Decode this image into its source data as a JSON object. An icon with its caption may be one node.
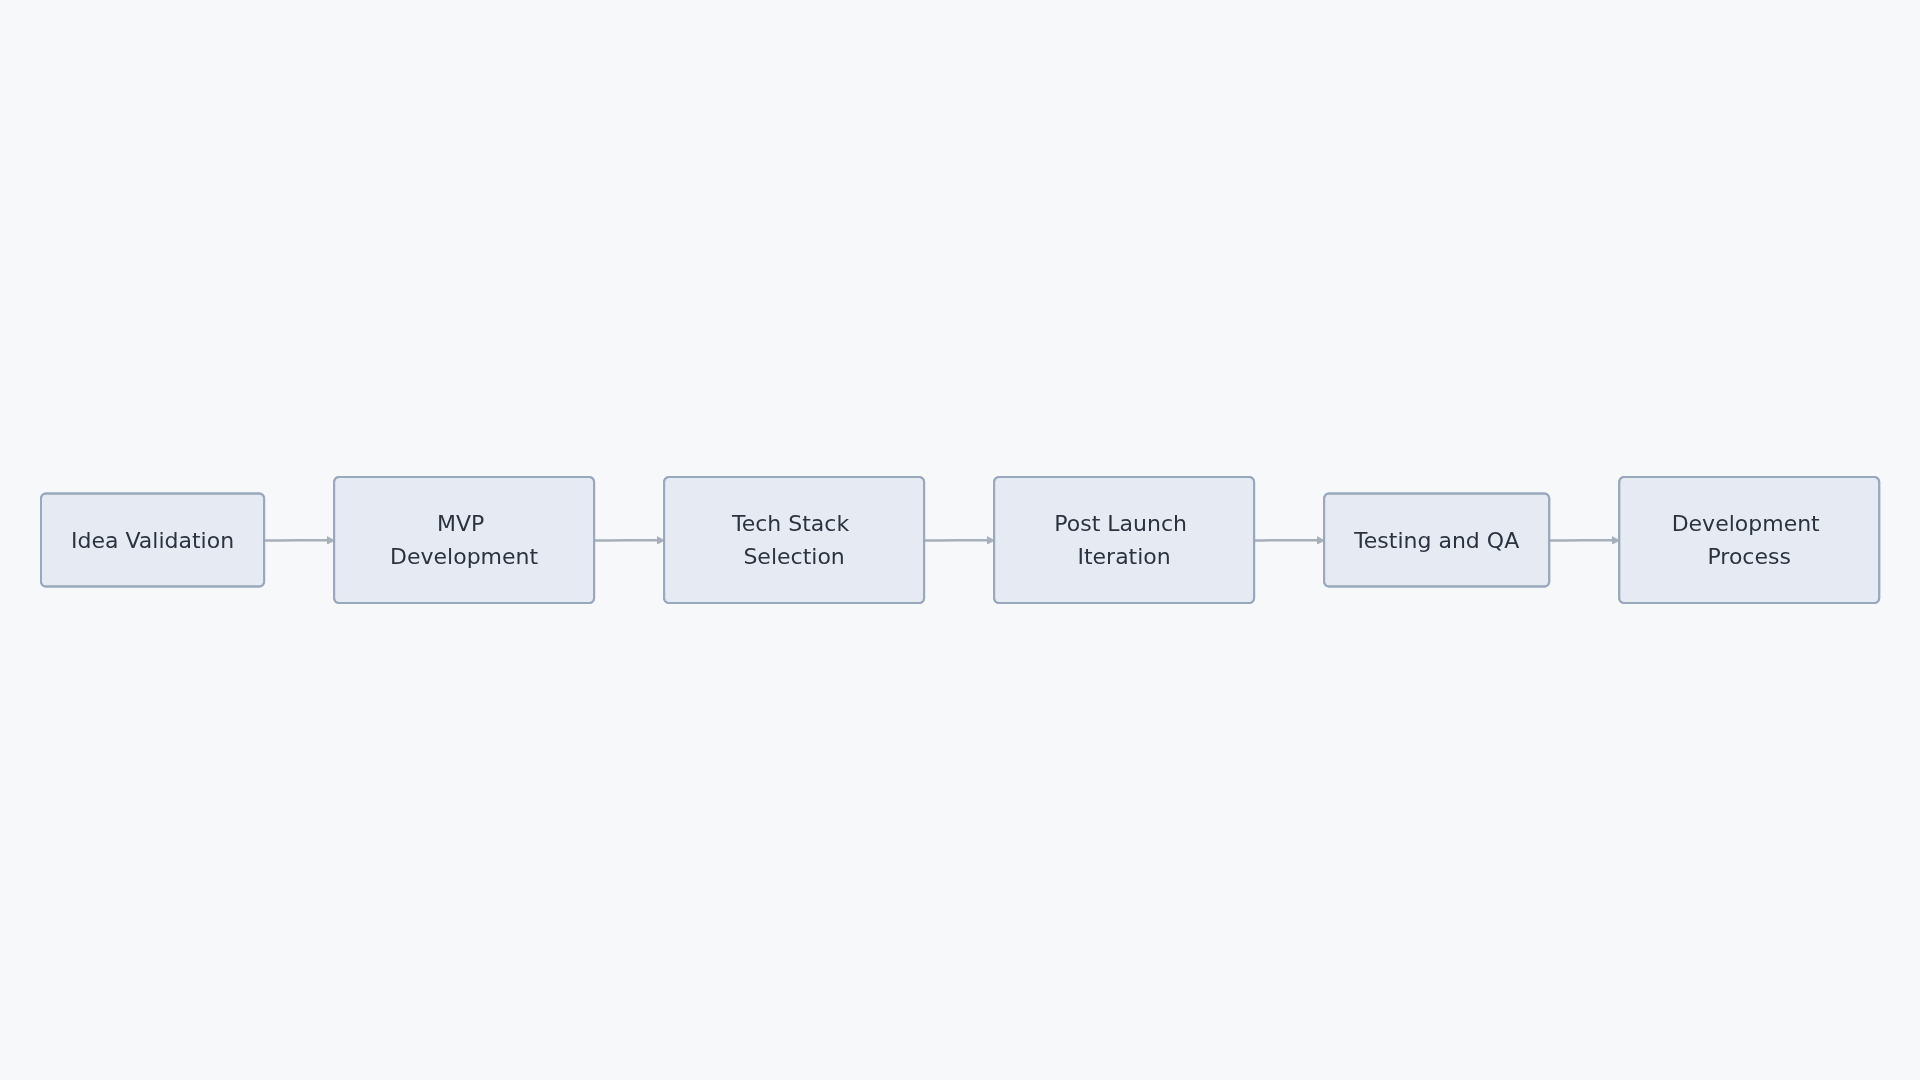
{
  "diagram": {
    "nodes": [
      {
        "text": [
          "Idea Validation"
        ]
      },
      {
        "text": [
          "MVP Development"
        ]
      },
      {
        "text": [
          "Tech Stack Selection"
        ]
      },
      {
        "text": [
          "Development Process"
        ]
      },
      {
        "text": [
          "Testing and QA"
        ]
      },
      {
        "text": [
          "Post Launch Iteration"
        ]
      }
    ],
    "edges": [
      {
        "from": 0,
        "to": 1,
        "arrow": "to"
      },
      {
        "from": 1,
        "to": 2,
        "arrow": "to"
      },
      {
        "from": 2,
        "to": 5,
        "arrow": "to"
      },
      {
        "from": 5,
        "to": 4,
        "arrow": "to"
      },
      {
        "from": 4,
        "to": 3,
        "arrow": "to"
      }
    ]
  }
}
